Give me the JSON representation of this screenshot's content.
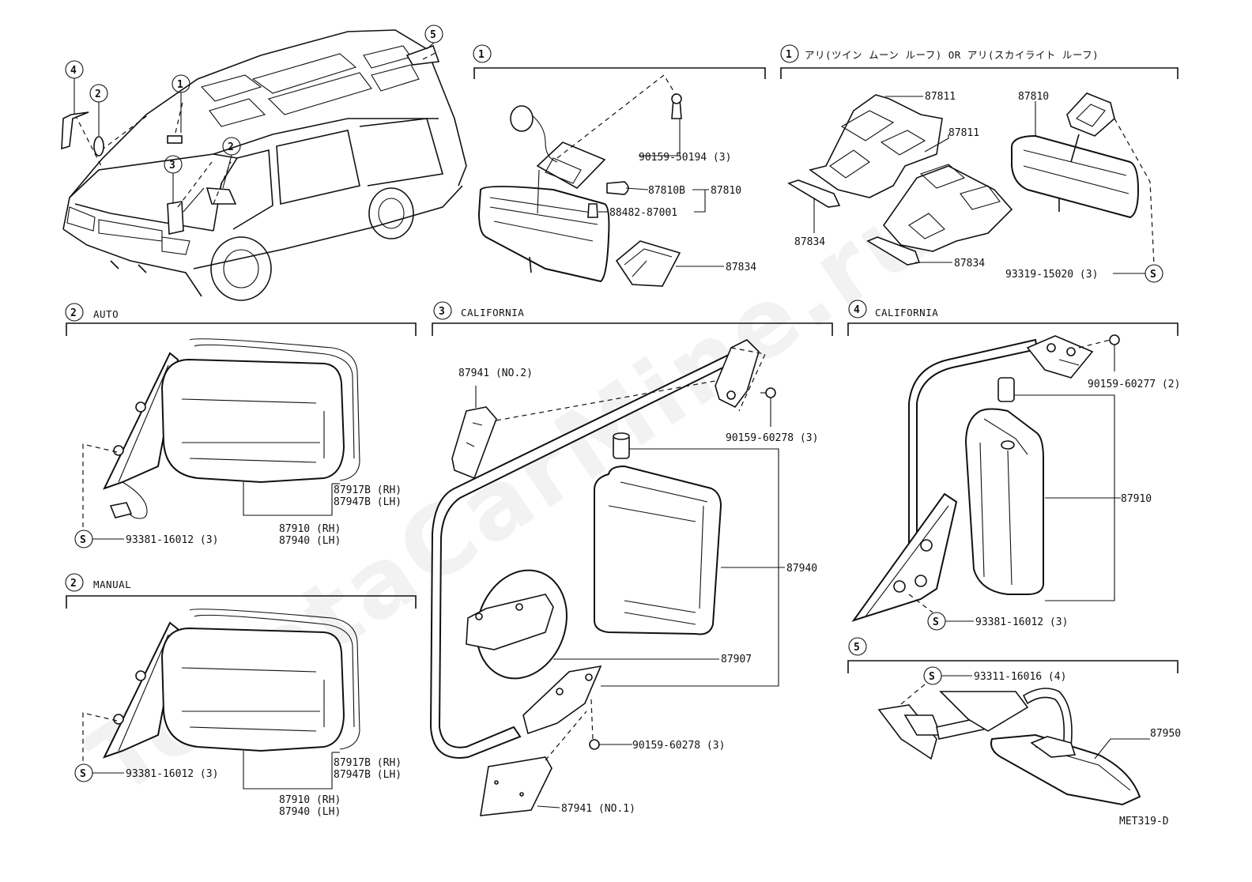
{
  "watermark": "ToyotaCarMine.ru",
  "diagram_code": "MET319-D",
  "callouts": [
    "1",
    "2",
    "3",
    "4",
    "5",
    "S"
  ],
  "sections": {
    "s1": {
      "num": "1"
    },
    "s1b": {
      "num": "1",
      "title": "アリ(ツイン ムーン ルーフ)  OR  アリ(スカイライト ルーフ)"
    },
    "s2auto": {
      "num": "2",
      "title": "AUTO"
    },
    "s2manual": {
      "num": "2",
      "title": "MANUAL"
    },
    "s3": {
      "num": "3",
      "title": "CALIFORNIA"
    },
    "s4": {
      "num": "4",
      "title": "CALIFORNIA"
    },
    "s5": {
      "num": "5"
    }
  },
  "parts": {
    "p90159_50194": "90159-50194 (3)",
    "p87810b": "87810B",
    "p87810_a": "87810",
    "p88482": "88482-87001",
    "p87834_a": "87834",
    "p87811_a": "87811",
    "p87811_b": "87811",
    "p87810_b": "87810",
    "p87834_b": "87834",
    "p87834_c": "87834",
    "p93319": "93319-15020 (3)",
    "p87917b_rh_a": "87917B (RH)",
    "p87947b_lh_a": "87947B (LH)",
    "p87910_rh_a": "87910 (RH)",
    "p87940_lh_a": "87940 (LH)",
    "p93381_a": "93381-16012 (3)",
    "p87917b_rh_b": "87917B (RH)",
    "p87947b_lh_b": "87947B (LH)",
    "p87910_rh_b": "87910 (RH)",
    "p87940_lh_b": "87940 (LH)",
    "p93381_b": "93381-16012 (3)",
    "p87941_no2": "87941 (NO.2)",
    "p90159_60278_a": "90159-60278 (3)",
    "p87940": "87940",
    "p87907": "87907",
    "p90159_60278_b": "90159-60278 (3)",
    "p87941_no1": "87941 (NO.1)",
    "p90159_60277": "90159-60277 (2)",
    "p87910": "87910",
    "p93381_c": "93381-16012 (3)",
    "p93311": "93311-16016 (4)",
    "p87950": "87950"
  }
}
